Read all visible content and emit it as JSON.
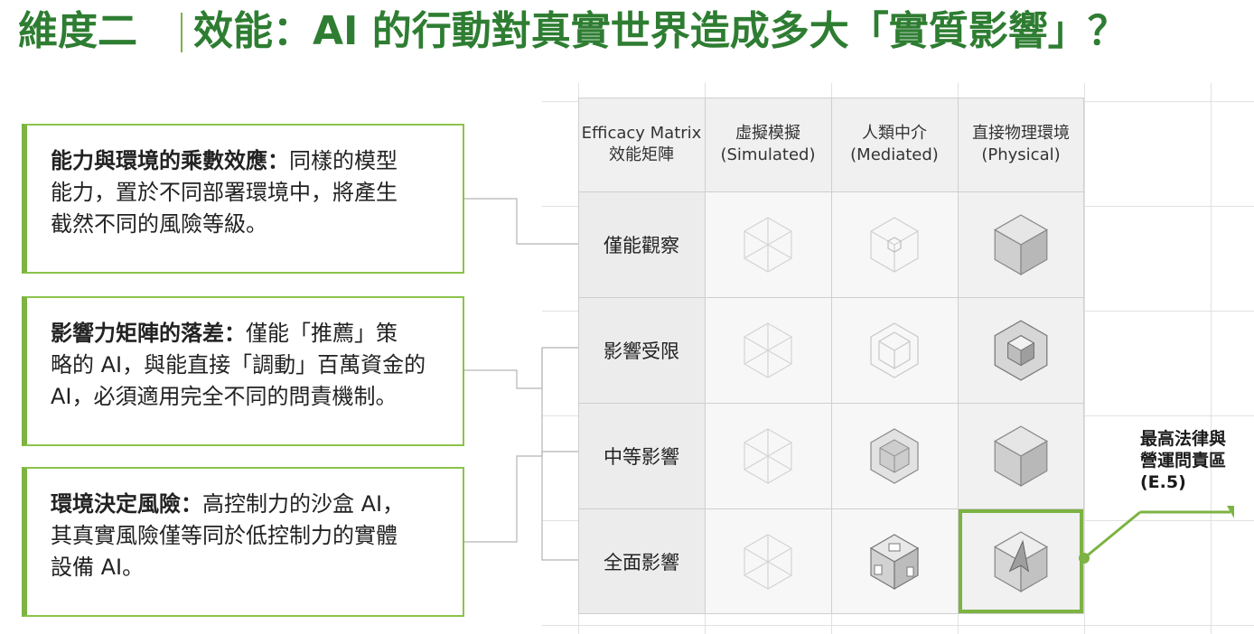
{
  "title": {
    "part1": "維度二",
    "part2": "效能：AI 的行動對真實世界造成多大「實質影響」？"
  },
  "boxes": [
    {
      "head": "能力與環境的乘數效應：",
      "text_lines": [
        "同樣的模型",
        "能力，置於不同部署環境中，將產生",
        "截然不同的風險等級。"
      ]
    },
    {
      "head": "影響力矩陣的落差：",
      "text_lines": [
        "僅能「推薦」策",
        "略的 AI，與能直接「調動」百萬資金的",
        "AI，必須適用完全不同的問責機制。"
      ]
    },
    {
      "head": "環境決定風險：",
      "text_lines": [
        "高控制力的沙盒 AI，",
        "其真實風險僅等同於低控制力的實體",
        "設備 AI。"
      ]
    }
  ],
  "matrix": {
    "corner": {
      "line1": "Efficacy Matrix",
      "line2": "效能矩陣"
    },
    "columns": [
      {
        "line1": "虛擬模擬",
        "line2": "(Simulated)"
      },
      {
        "line1": "人類中介",
        "line2": "(Mediated)"
      },
      {
        "line1": "直接物理環境",
        "line2": "(Physical)"
      }
    ],
    "rows": [
      "僅能觀察",
      "影響受限",
      "中等影響",
      "全面影響"
    ],
    "icons": [
      [
        "wireframe-cube-icon",
        "wireframe-cube-inner-icon",
        "solid-cube-icon"
      ],
      [
        "wireframe-cube-icon",
        "wireframe-cube-nested-icon",
        "cutaway-cube-icon"
      ],
      [
        "wireframe-cube-icon",
        "shaded-nested-cube-icon",
        "solid-cube-icon"
      ],
      [
        "wireframe-cube-icon",
        "cut-cube-icon",
        "cube-with-arrow-icon"
      ]
    ],
    "highlight_color": "#7cb342"
  },
  "callout": {
    "lines": [
      "最高法律與",
      "營運問責區",
      "(E.5)"
    ]
  },
  "colors": {
    "accent": "#7cb342",
    "title": "#2e7d32"
  }
}
